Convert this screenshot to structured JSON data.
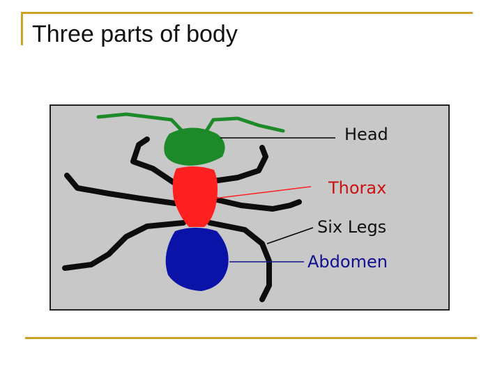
{
  "slide": {
    "title": "Three parts of body"
  },
  "diagram": {
    "labels": {
      "head": "Head",
      "thorax": "Thorax",
      "legs": "Six Legs",
      "abdomen": "Abdomen"
    },
    "colors": {
      "frame": "#c9a227",
      "panel": "#c8c8c8",
      "head": "#1d8a2a",
      "thorax": "#ff2020",
      "abdomen": "#0a12a8",
      "legs": "#0d0d0d",
      "thorax_label": "#cc1111",
      "abdomen_label": "#101090"
    }
  }
}
